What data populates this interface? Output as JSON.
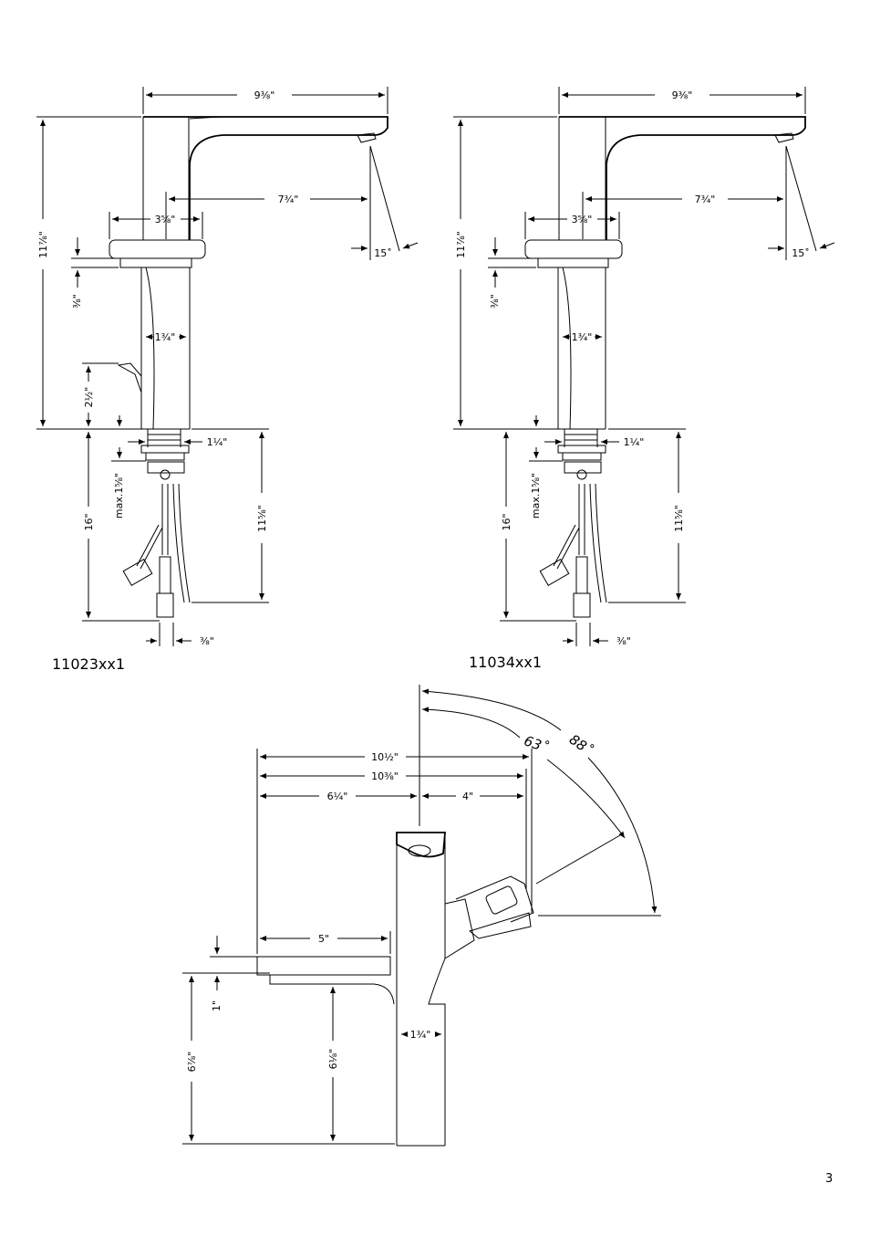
{
  "page_number": "3",
  "drawings": [
    {
      "model": "11023xx1",
      "dimensions": {
        "spout_length": "9⅜\"",
        "total_height": "11⅞\"",
        "reach": "7¾\"",
        "base_width": "3⅝\"",
        "spray_angle": "15˚",
        "base_thickness": "⅜\"",
        "body_diameter": "1¾\"",
        "handle_height": "2½\"",
        "thread_diameter": "1¼\"",
        "max_counter": "max.1⅝\"",
        "hose_length": "16\"",
        "below_counter": "11⅝\"",
        "connector": "⅜\""
      }
    },
    {
      "model": "11034xx1",
      "dimensions": {
        "spout_length": "9⅜\"",
        "total_height": "11⅞\"",
        "reach": "7¾\"",
        "base_width": "3⅝\"",
        "spray_angle": "15˚",
        "base_thickness": "⅜\"",
        "body_diameter": "1¾\"",
        "thread_diameter": "1¼\"",
        "max_counter": "max.1⅝\"",
        "hose_length": "16\"",
        "below_counter": "11⅝\"",
        "connector": "⅜\""
      }
    }
  ],
  "top_view": {
    "width_overall": "10½\"",
    "width_handle": "10⅜\"",
    "spout_to_center": "6¼\"",
    "handle_offset": "4\"",
    "angle_small": "63˚",
    "angle_large": "88˚",
    "plate_width": "5\"",
    "plate_height": "1\"",
    "total_height": "6⅞\"",
    "body_height": "6⅛\"",
    "body_diameter": "1¾\""
  }
}
